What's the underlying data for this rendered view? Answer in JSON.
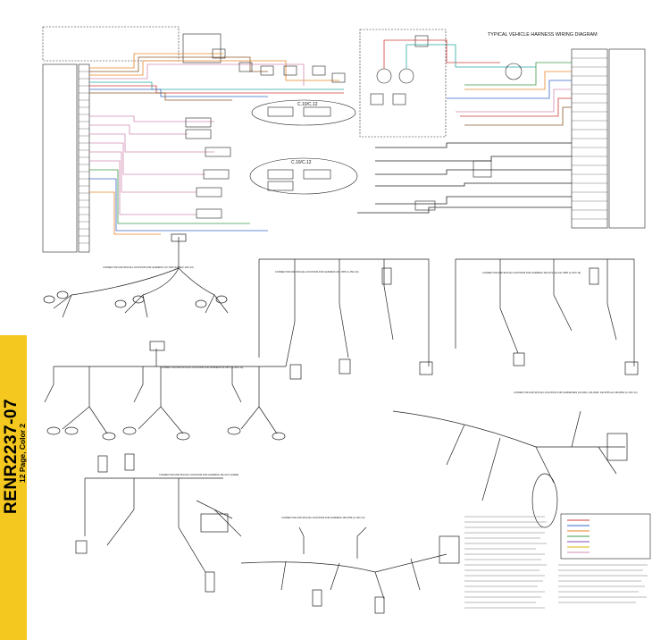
{
  "document": {
    "number": "RENR2237-07",
    "pages_note": "12 Page, Color 2"
  },
  "diagram": {
    "title": "TYPICAL VEHICLE HARNESS WIRING DIAGRAM",
    "callouts": [
      "C.10/C.12",
      "C.10/C.12"
    ],
    "sections": [
      "CONNECTOR AND SPLICE LOCATIONS FOR HARNESS 172-7405 (3406E/C.15/C.16)",
      "CONNECTOR AND SPLICE LOCATIONS FOR HARNESS 202-7055 (C.15/C.16)",
      "CONNECTOR AND SPLICE LOCATIONS FOR HARNESS 192-0271 and 197-4955 (C.15/C.16)",
      "CONNECTOR AND SPLICE LOCATIONS FOR HARNESS 6F-9547 (C.10/C.12)",
      "CONNECTOR AND SPLICE LOCATIONS FOR HARNESS 192-2271 (3406E)",
      "CONNECTOR AND SPLICE LOCATIONS FOR HARNESS 196-0789 (C.10/C.12)",
      "CONNECTOR AND SPLICE LOCATIONS FOR HARNESSES 161-8401, 161-8408, 166-8765 and 166-8633 (C.10/C.12)"
    ]
  },
  "colors": {
    "tab": "#f4c81e",
    "wire_orange": "#e8862a",
    "wire_pink": "#d28cb4",
    "wire_red": "#d23b3b",
    "wire_teal": "#2aa7a0",
    "wire_blue": "#3768c8",
    "wire_green": "#3c9a46",
    "wire_brown": "#8b5a2b",
    "wire_purple": "#7d4fb5",
    "wire_yellow": "#d9b400",
    "line": "#222222"
  }
}
